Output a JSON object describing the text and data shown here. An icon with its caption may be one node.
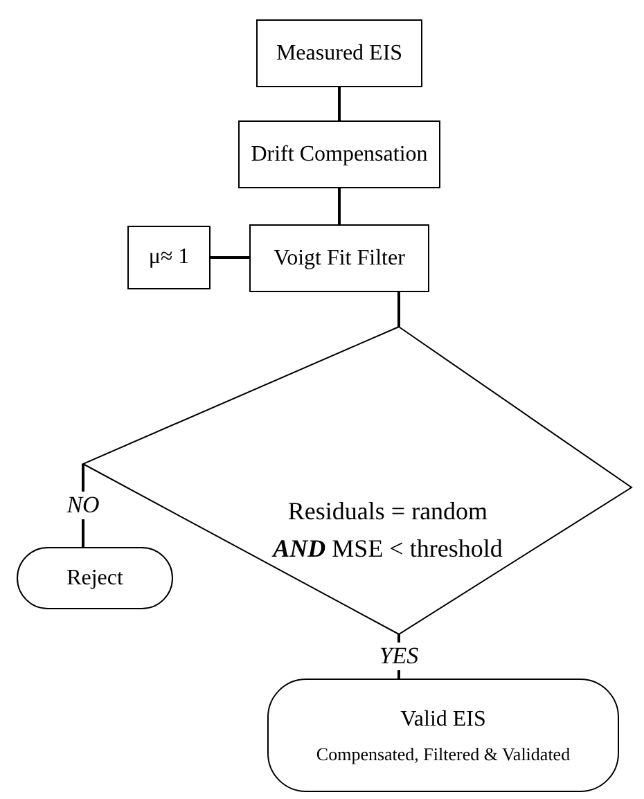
{
  "diagram": {
    "nodes": [
      {
        "text": [
          "Measured EIS"
        ]
      },
      {
        "text": [
          "Drift Compensation"
        ]
      },
      {
        "text": [
          "μ≈ 1"
        ]
      },
      {
        "text": [
          "Voigt Fit Filter"
        ]
      },
      {
        "text": [
          "Residuals = random",
          "**AND** MSE < threshold"
        ]
      },
      {
        "text": [
          "Reject"
        ]
      },
      {
        "text": [
          "Valid EIS",
          "Compensated, Filtered & Validated"
        ]
      }
    ],
    "edges": [
      {
        "from": 0,
        "to": 1,
        "arrow": "none"
      },
      {
        "from": 1,
        "to": 3,
        "arrow": "none"
      },
      {
        "from": 2,
        "to": 3,
        "arrow": "none"
      },
      {
        "from": 3,
        "to": 4,
        "arrow": "none"
      },
      {
        "from": 4,
        "to": 5,
        "arrow": "none",
        "label": "NO"
      },
      {
        "from": 4,
        "to": 6,
        "arrow": "none",
        "label": "YES"
      }
    ]
  }
}
